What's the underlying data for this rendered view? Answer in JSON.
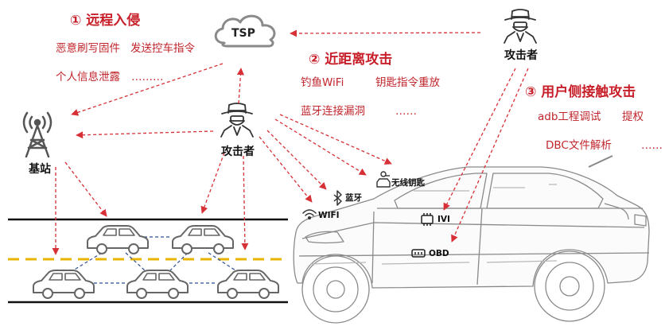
{
  "sections": {
    "remote": {
      "title": "① 远程入侵",
      "items": [
        "恶意刷写固件",
        "发送控车指令",
        "个人信息泄露",
        "………"
      ]
    },
    "short_range": {
      "title": "② 近距离攻击",
      "items": [
        "钓鱼WiFi",
        "钥匙指令重放",
        "蓝牙连接漏洞",
        "……"
      ]
    },
    "contact": {
      "title": "③ 用户侧接触攻击",
      "items": [
        "adb工程调试",
        "提权",
        "DBC文件解析",
        "……"
      ]
    }
  },
  "nodes": {
    "tsp": "TSP",
    "attacker_top": "攻击者",
    "attacker_center": "攻击者",
    "base_station": "基站"
  },
  "interfaces": {
    "wifi": "WIFI",
    "bluetooth": "蓝牙",
    "wireless_key": "无线钥匙",
    "ivi": "IVI",
    "obd": "OBD"
  },
  "icons": {
    "tsp": "cloud-icon",
    "attacker": "hat-mask-attacker-icon",
    "base_station": "radio-tower-icon",
    "wifi": "wifi-icon",
    "bluetooth": "bluetooth-icon",
    "wireless_key": "car-key-icon",
    "ivi": "ivi-chip-icon",
    "obd": "obd-port-icon",
    "car": "car-icon",
    "wireframe_car": "wireframe-suv-icon"
  },
  "colors": {
    "accent": "#c8202a",
    "arrow": "#d73036",
    "icon": "#555555",
    "road_divider": "#e8b400",
    "v2x_link": "#2f4f9a"
  }
}
